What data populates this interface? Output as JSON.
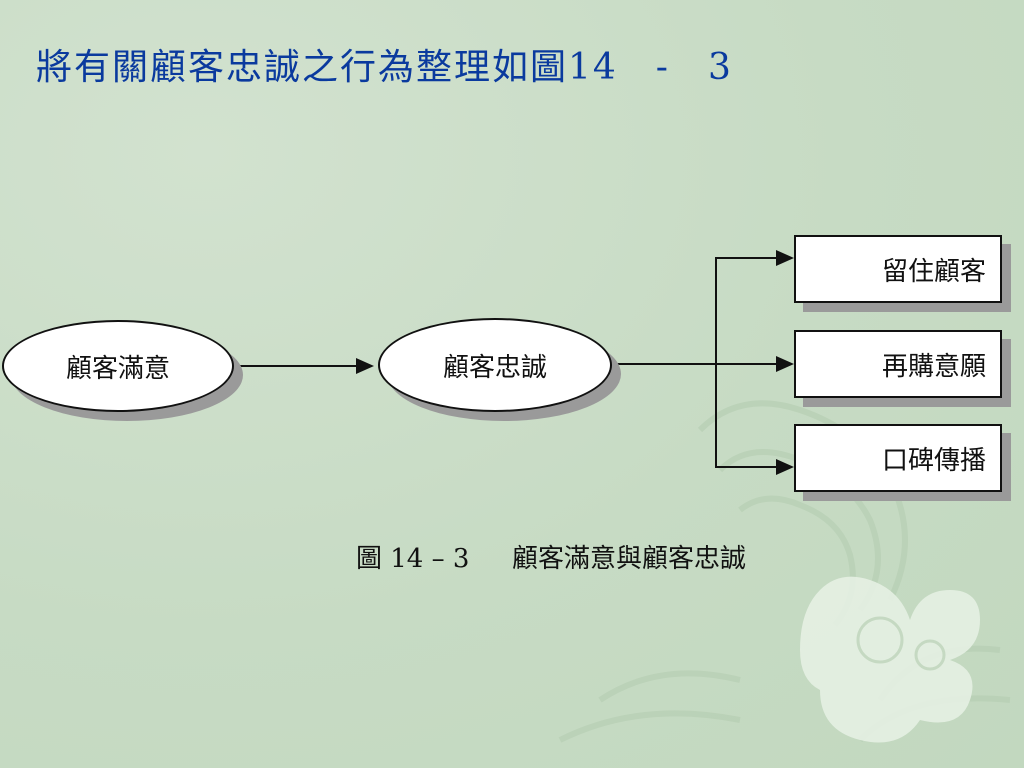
{
  "slide": {
    "title": "將有關顧客忠誠之行為整理如圖14　-　3"
  },
  "diagram": {
    "satisfaction": "顧客滿意",
    "loyalty": "顧客忠誠",
    "outcomes": [
      "留住顧客",
      "再購意願",
      "口碑傳播"
    ]
  },
  "caption": {
    "figure_no": "圖  14 – 3",
    "text": "顧客滿意與顧客忠誠"
  }
}
